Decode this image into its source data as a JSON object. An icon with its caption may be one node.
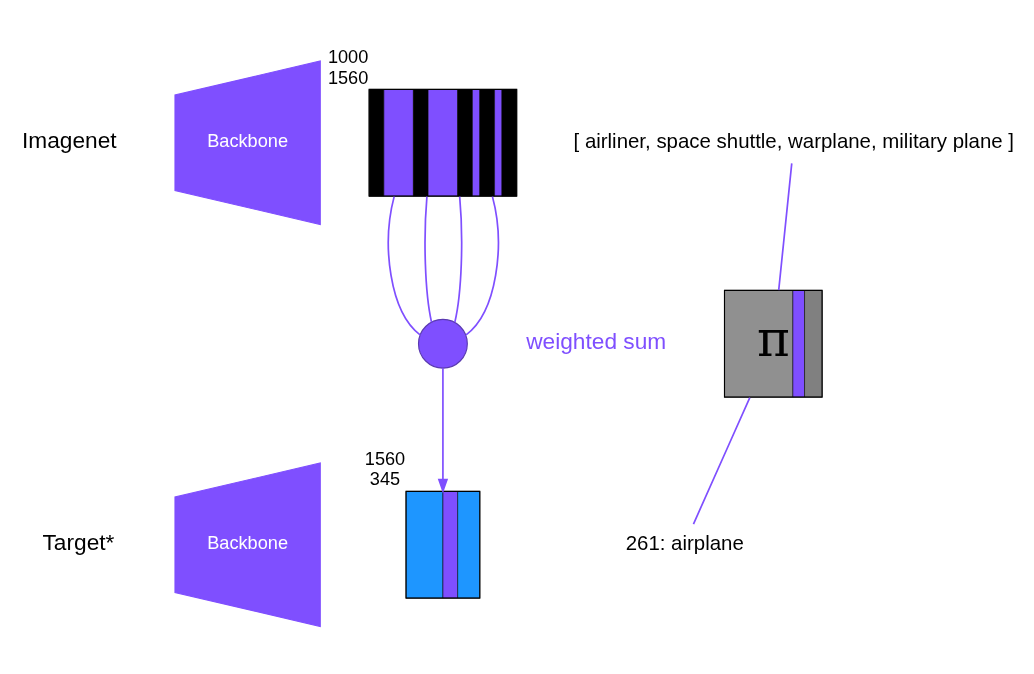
{
  "diagram": {
    "nodes": [
      {
        "text": [
          "Backbone"
        ]
      },
      {
        "text": [],
        "shape": "box",
        "beside": [
          "1000",
          "1560"
        ]
      },
      {
        "text": [
          "[ airliner, space shuttle, warplane, military plane ]"
        ]
      },
      {
        "text": [],
        "shape": "circle",
        "beside": [
          "weighted sum"
        ]
      },
      {
        "text": [
          "π"
        ]
      },
      {
        "text": [
          "Backbone"
        ]
      },
      {
        "text": [],
        "shape": "box",
        "beside": [
          "1560",
          "345"
        ]
      },
      {
        "text": [
          "261: airplane"
        ]
      }
    ],
    "edges": [
      {
        "from": 1,
        "to": 3,
        "arrow": "none"
      },
      {
        "from": 1,
        "to": 3,
        "arrow": "none"
      },
      {
        "from": 1,
        "to": 3,
        "arrow": "none"
      },
      {
        "from": 1,
        "to": 3,
        "arrow": "none"
      },
      {
        "from": 3,
        "to": 6,
        "arrow": "to"
      },
      {
        "from": 2,
        "to": 4,
        "arrow": "none"
      },
      {
        "from": 4,
        "to": 7,
        "arrow": "none"
      }
    ],
    "labels": [
      "Imagenet",
      "Target*"
    ]
  }
}
